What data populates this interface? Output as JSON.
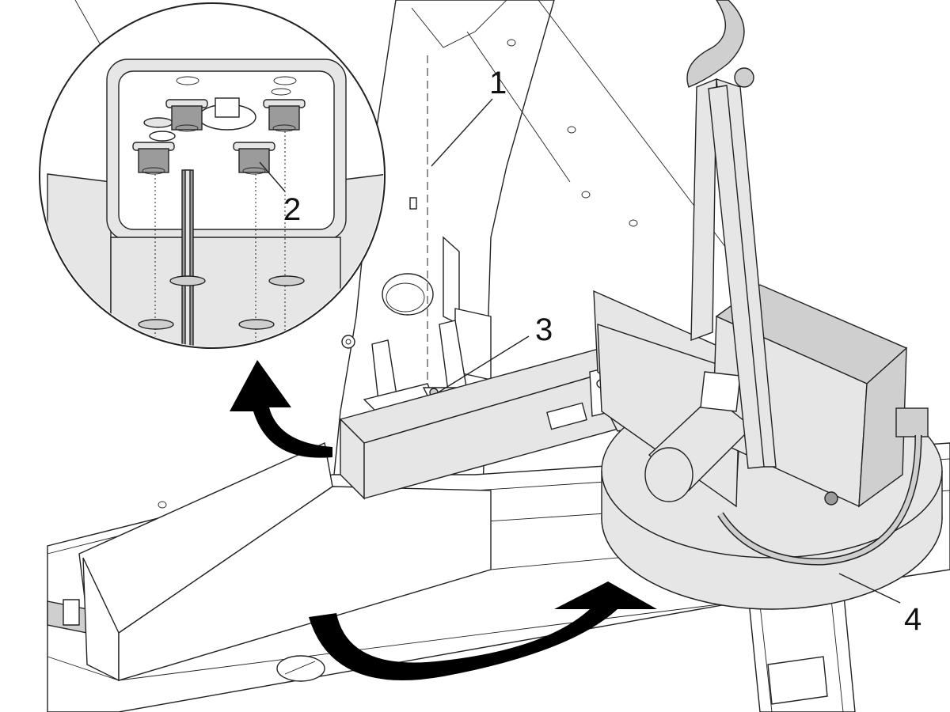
{
  "callouts": {
    "c1": "1",
    "c2": "2",
    "c3": "3",
    "c4": "4"
  },
  "colors": {
    "line": "#222222",
    "fill_light": "#e6e6e6",
    "fill_mid": "#cfcfcf",
    "fill_dark": "#9b9b9b",
    "arrow": "#000000"
  },
  "icons": {
    "rotate_up": "curved-arrow-up-icon",
    "rotate_base": "curved-arrow-rotate-icon"
  }
}
